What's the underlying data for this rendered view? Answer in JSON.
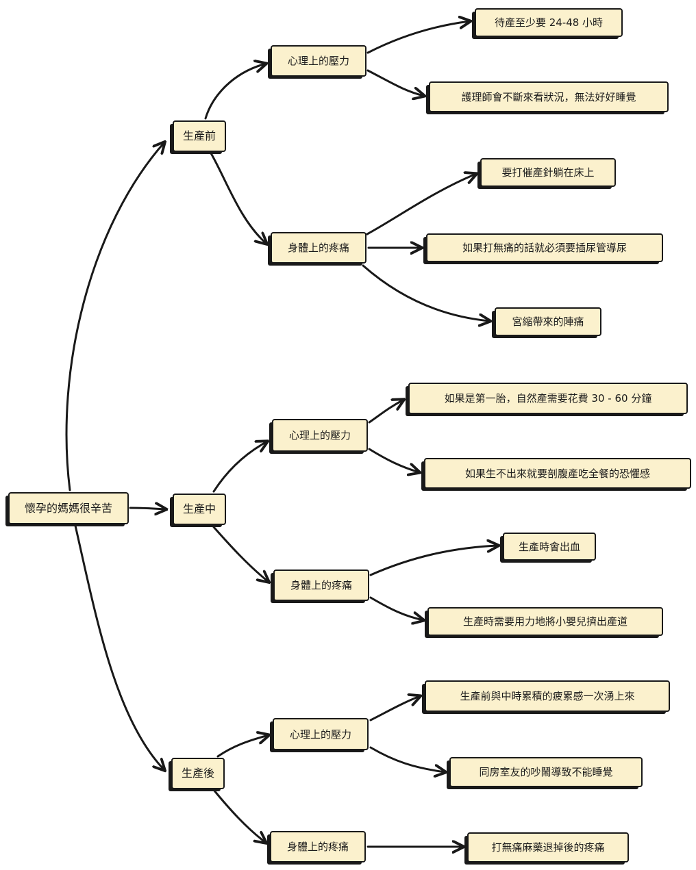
{
  "colors": {
    "canvas_bg": "#FFFFFF",
    "node_fill": "#FBF1CD",
    "node_border": "#191919",
    "arrow": "#191919"
  },
  "mindmap": {
    "root": "懷孕的媽媽很辛苦",
    "branches": [
      {
        "label": "生產前",
        "children": [
          {
            "label": "心理上的壓力",
            "children": [
              "待產至少要 24-48 小時",
              "護理師會不斷來看狀況，無法好好睡覺"
            ]
          },
          {
            "label": "身體上的疼痛",
            "children": [
              "要打催產針躺在床上",
              "如果打無痛的話就必須要插尿管導尿",
              "宮縮帶來的陣痛"
            ]
          }
        ]
      },
      {
        "label": "生產中",
        "children": [
          {
            "label": "心理上的壓力",
            "children": [
              "如果是第一胎，自然產需要花費 30 - 60 分鐘",
              "如果生不出來就要剖腹產吃全餐的恐懼感"
            ]
          },
          {
            "label": "身體上的疼痛",
            "children": [
              "生產時會出血",
              "生產時需要用力地將小嬰兒擠出產道"
            ]
          }
        ]
      },
      {
        "label": "生產後",
        "children": [
          {
            "label": "心理上的壓力",
            "children": [
              "生產前與中時累積的疲累感一次湧上來",
              "同房室友的吵鬧導致不能睡覺"
            ]
          },
          {
            "label": "身體上的疼痛",
            "children": [
              "打無痛麻藥退掉後的疼痛"
            ]
          }
        ]
      }
    ]
  }
}
